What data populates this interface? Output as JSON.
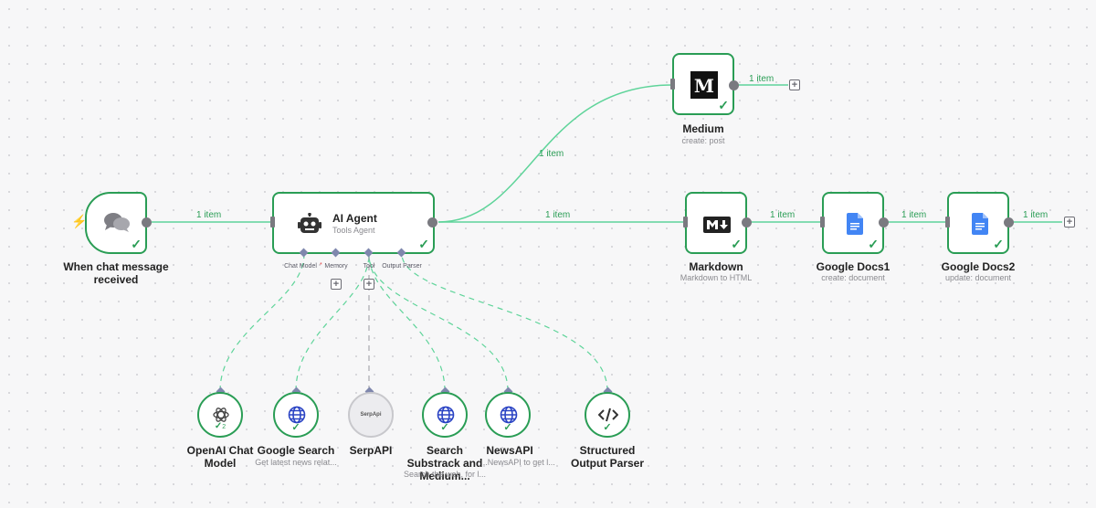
{
  "colors": {
    "success": "#2a9d55",
    "wire": "#5fd49a",
    "port": "#7a7a80",
    "sub_port": "#7f87ad"
  },
  "connections": {
    "item_label": "1 item"
  },
  "nodes": {
    "chat_trigger": {
      "label": "When chat message received",
      "icon": "chat-bubbles-icon"
    },
    "ai_agent": {
      "title": "AI Agent",
      "subtitle": "Tools Agent",
      "icon": "robot-icon"
    },
    "medium": {
      "label": "Medium",
      "subtitle": "create: post",
      "icon": "medium-logo-icon"
    },
    "markdown": {
      "label": "Markdown",
      "subtitle": "Markdown to HTML",
      "icon": "markdown-icon"
    },
    "google_docs1": {
      "label": "Google Docs1",
      "subtitle": "create: document",
      "icon": "google-docs-icon"
    },
    "google_docs2": {
      "label": "Google Docs2",
      "subtitle": "update: document",
      "icon": "google-docs-icon"
    },
    "openai_chat": {
      "label": "OpenAI Chat Model",
      "icon": "openai-icon",
      "badge": "2"
    },
    "google_search": {
      "label": "Google Search",
      "subtitle": "Get latest news relat...",
      "icon": "globe-icon"
    },
    "serpapi": {
      "label": "SerpAPI",
      "logo_text": "SerpApi"
    },
    "search_substack": {
      "label": "Search Substrack and Medium...",
      "subtitle": "Search the web, for l...",
      "icon": "globe-icon"
    },
    "newsapi": {
      "label": "NewsAPI",
      "subtitle": "...NewsAPI to get l...",
      "icon": "globe-icon"
    },
    "output_parser": {
      "label": "Structured Output Parser",
      "icon": "code-icon"
    }
  },
  "agent_ports": {
    "chat_model": "Chat Model",
    "required_mark": "*",
    "memory": "Memory",
    "tool": "Tool",
    "output_parser": "Output Parser"
  }
}
